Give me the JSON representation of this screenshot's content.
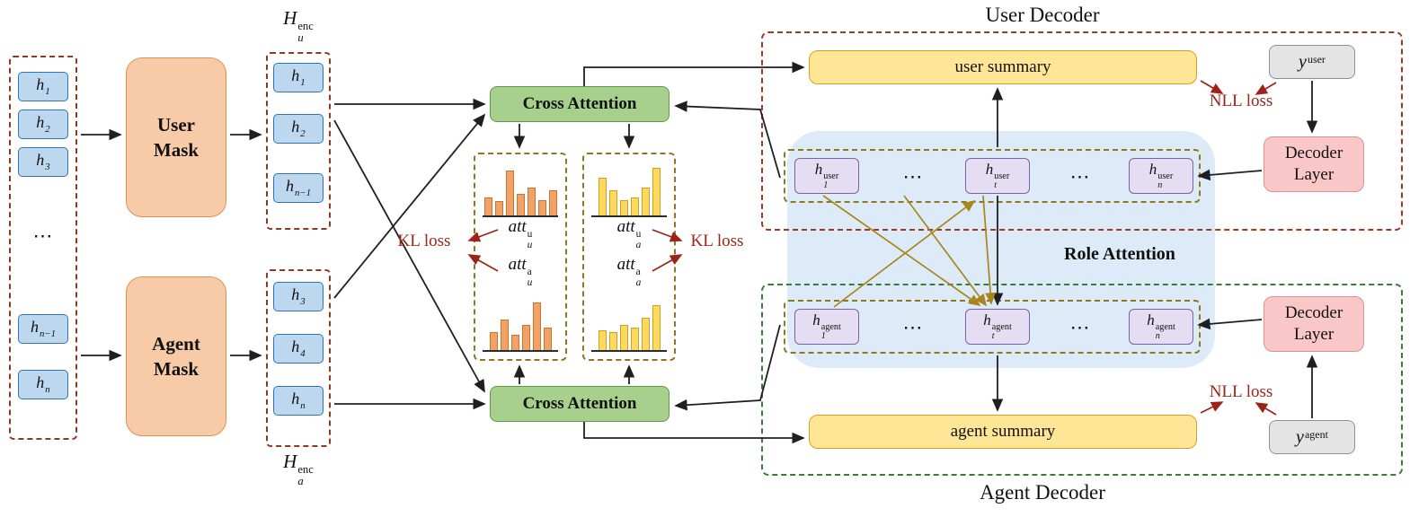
{
  "titles": {
    "user_decoder": "User Decoder",
    "agent_decoder": "Agent Decoder"
  },
  "encoder": {
    "ellipsis": "⋯",
    "inputs": [
      {
        "base": "h",
        "sub": "1"
      },
      {
        "base": "h",
        "sub": "2"
      },
      {
        "base": "h",
        "sub": "3"
      },
      {
        "base": "h",
        "sub": "n−1"
      },
      {
        "base": "h",
        "sub": "n"
      }
    ],
    "user_mask": "User Mask",
    "agent_mask": "Agent Mask",
    "user_enc_label": {
      "base": "H",
      "sub": "u",
      "sup": "enc"
    },
    "agent_enc_label": {
      "base": "H",
      "sub": "a",
      "sup": "enc"
    },
    "user_enc": [
      {
        "base": "h",
        "sub": "1"
      },
      {
        "base": "h",
        "sub": "2"
      },
      {
        "base": "h",
        "sub": "n−1"
      }
    ],
    "agent_enc": [
      {
        "base": "h",
        "sub": "3"
      },
      {
        "base": "h",
        "sub": "4"
      },
      {
        "base": "h",
        "sub": "n"
      }
    ]
  },
  "attention": {
    "cross_attention_top": "Cross Attention",
    "cross_attention_bottom": "Cross Attention",
    "kl_loss_left": "KL loss",
    "kl_loss_right": "KL loss",
    "labels": {
      "att_u_u": {
        "base": "att",
        "sub": "u",
        "sup": "u"
      },
      "att_u_a": {
        "base": "att",
        "sub": "u",
        "sup": "a"
      },
      "att_a_u": {
        "base": "att",
        "sub": "a",
        "sup": "u"
      },
      "att_a_a": {
        "base": "att",
        "sub": "a",
        "sup": "a"
      }
    },
    "charts": {
      "user_top": {
        "values": [
          0.35,
          0.28,
          0.9,
          0.42,
          0.55,
          0.3,
          0.5
        ],
        "fill": "#f2a268",
        "stroke": "#c9762d"
      },
      "user_bottom": {
        "values": [
          0.35,
          0.6,
          0.3,
          0.5,
          0.95,
          0.45
        ],
        "fill": "#f2a268",
        "stroke": "#c9762d"
      },
      "agent_top": {
        "values": [
          0.75,
          0.5,
          0.3,
          0.35,
          0.55,
          0.95
        ],
        "fill": "#ffd95e",
        "stroke": "#c9a227"
      },
      "agent_bottom": {
        "values": [
          0.4,
          0.35,
          0.5,
          0.45,
          0.65,
          0.9
        ],
        "fill": "#ffd95e",
        "stroke": "#c9a227"
      }
    }
  },
  "decoders": {
    "ellipsis": "⋯",
    "user_summary": "user summary",
    "agent_summary": "agent summary",
    "role_attention": "Role Attention",
    "nll_loss_user": "NLL loss",
    "nll_loss_agent": "NLL loss",
    "decoder_layer_user": "Decoder Layer",
    "decoder_layer_agent": "Decoder Layer",
    "y_user": {
      "base": "y",
      "sup": "user"
    },
    "y_agent": {
      "base": "y",
      "sup": "agent"
    },
    "user_hidden": [
      {
        "base": "h",
        "sub": "1",
        "sup": "user"
      },
      {
        "base": "h",
        "sub": "t",
        "sup": "user"
      },
      {
        "base": "h",
        "sub": "n",
        "sup": "user"
      }
    ],
    "agent_hidden": [
      {
        "base": "h",
        "sub": "1",
        "sup": "agent"
      },
      {
        "base": "h",
        "sub": "t",
        "sup": "agent"
      },
      {
        "base": "h",
        "sub": "n",
        "sup": "agent"
      }
    ]
  },
  "colors": {
    "loss_text": "#9b2317",
    "encoder_token": "#bdd7ee",
    "mask_block": "#f8cba8",
    "cross_attention": "#a7d08c",
    "summary": "#ffe596",
    "hidden_state": "#e5def2",
    "decoder_layer": "#f9c7c7",
    "reference": "#e4e4e4",
    "role_attention_blob": "#ddeaf8",
    "user_decoder_border": "#9e3a20",
    "agent_decoder_border": "#3c7a3c",
    "olive_dashed": "#8f7622",
    "role_arrow": "#a8861d"
  }
}
